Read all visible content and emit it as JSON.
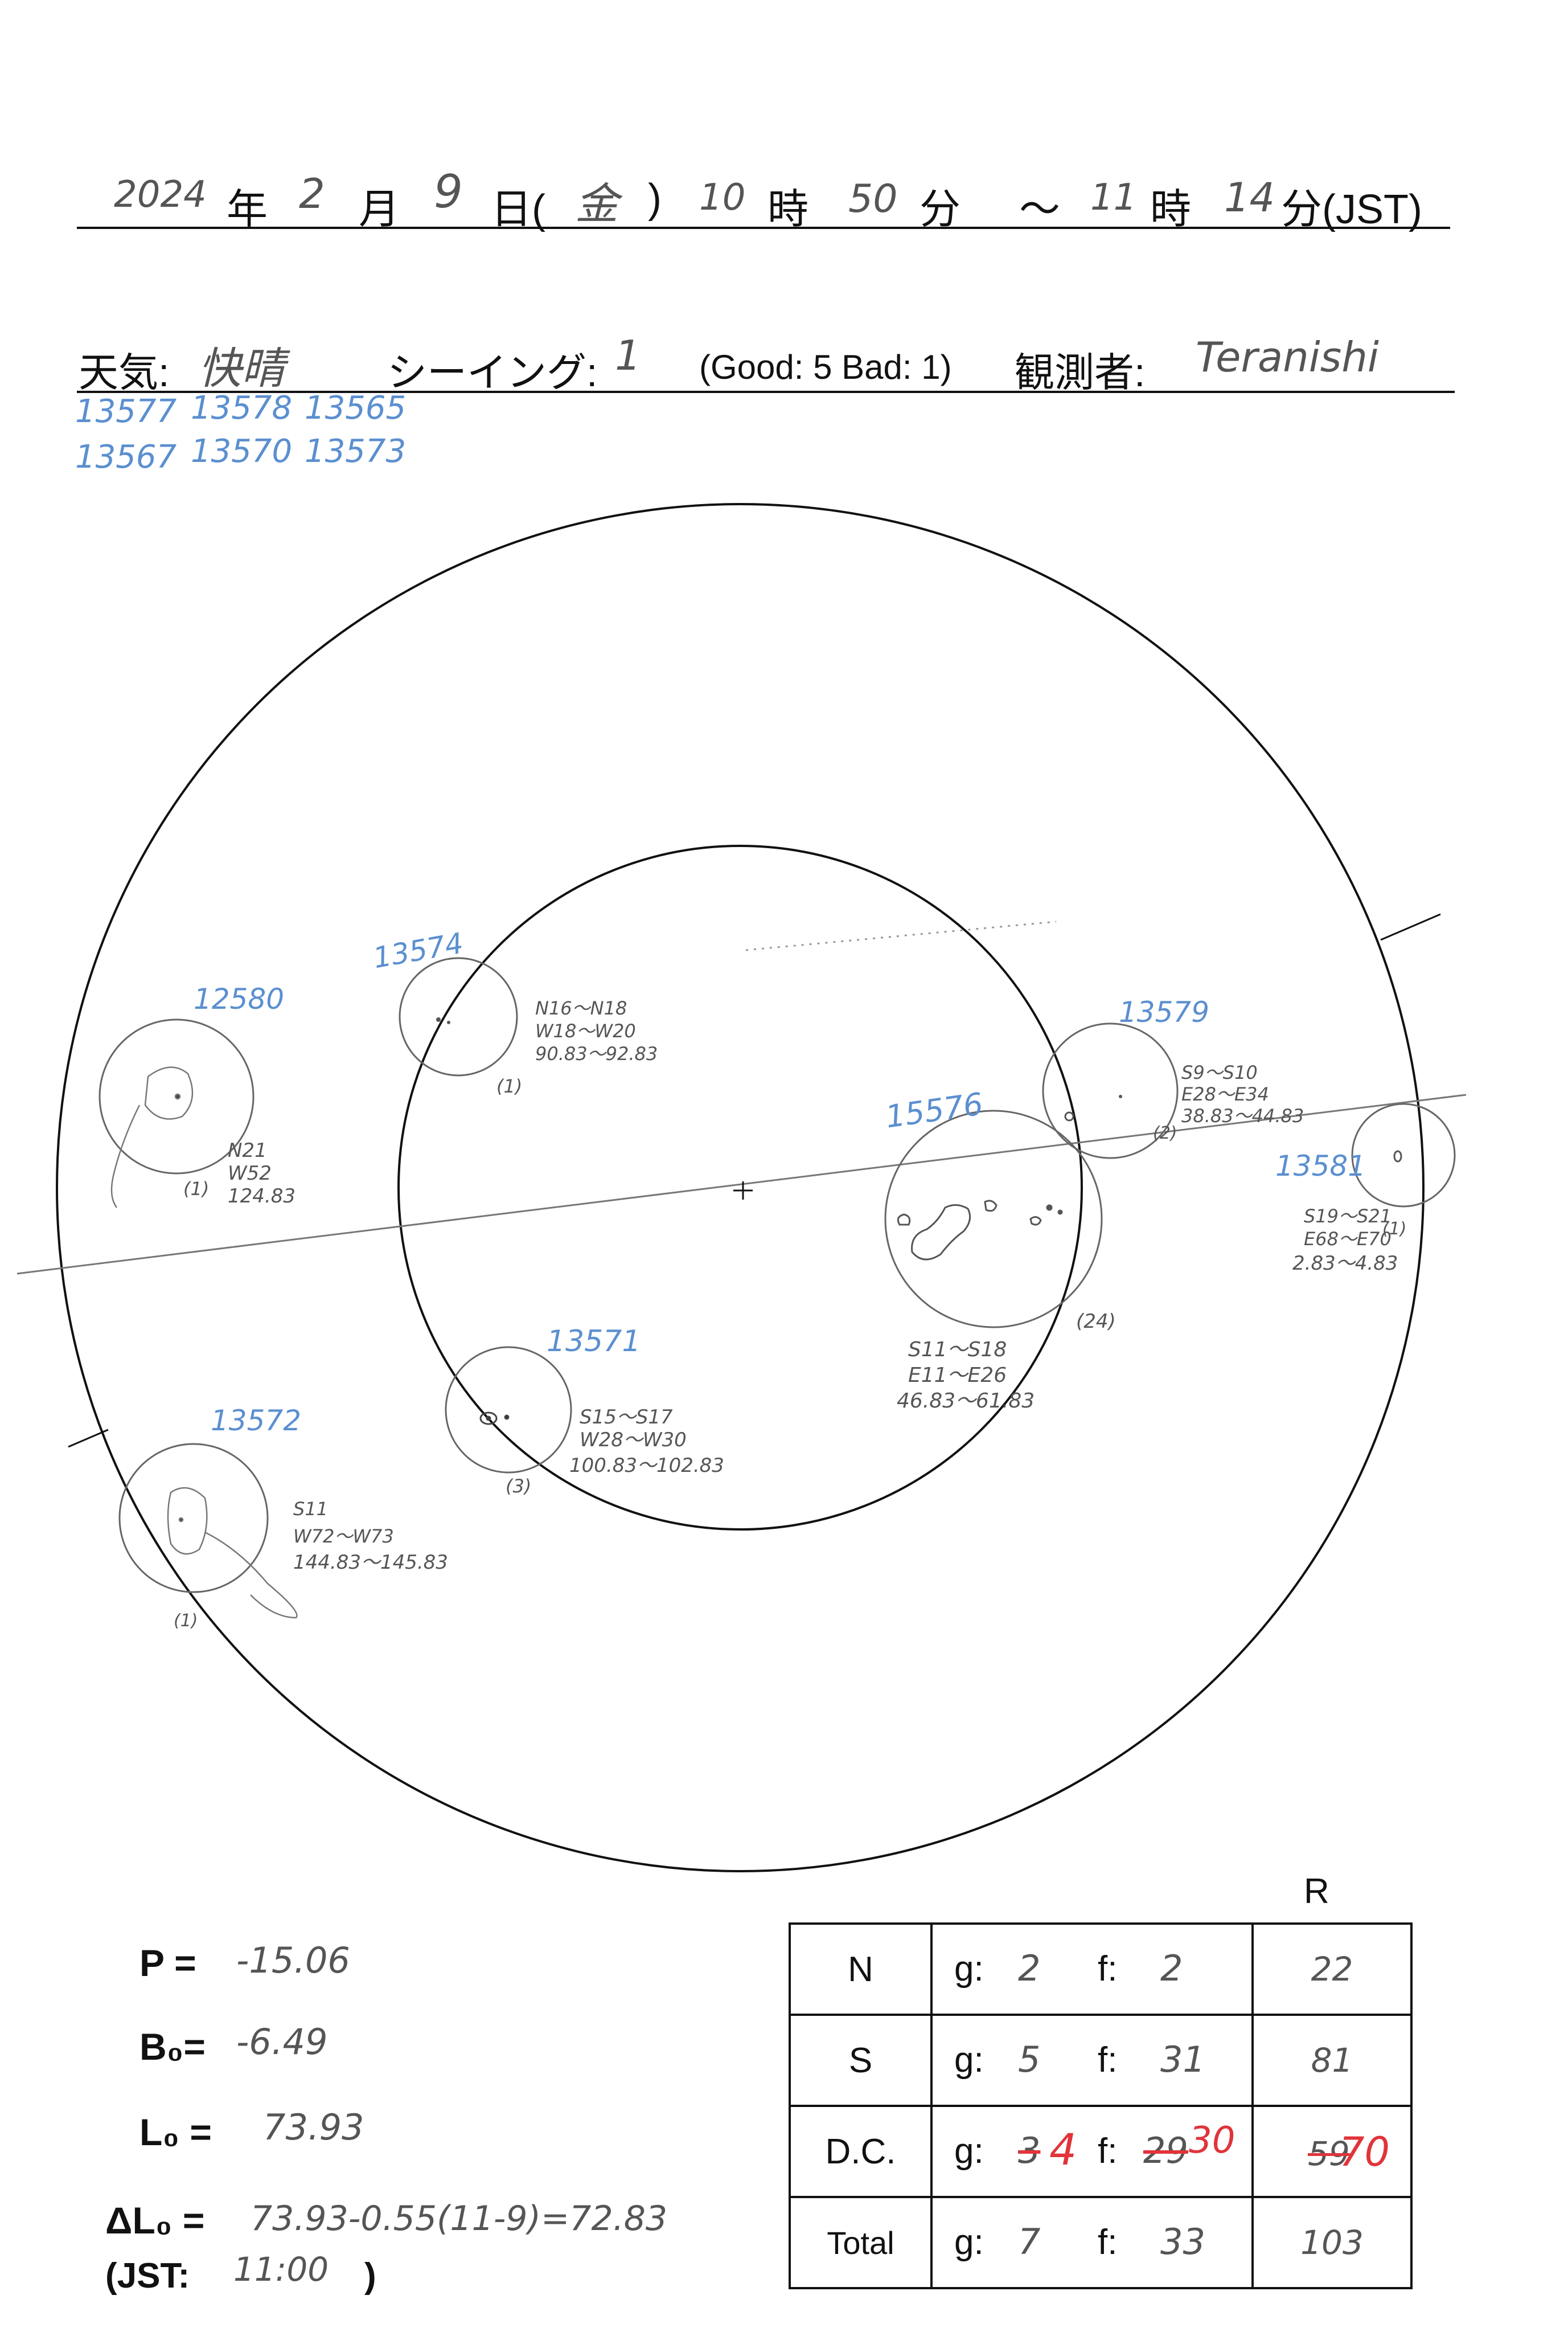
{
  "header": {
    "year": "2024",
    "year_suffix": "年",
    "month": "2",
    "month_suffix": "月",
    "day": "9",
    "day_suffix": "日(",
    "weekday": "金",
    "weekday_close": ")",
    "start_hour": "10",
    "hour_suffix": "時",
    "start_min": "50",
    "min_suffix": "分",
    "tilde": "〜",
    "end_hour": "11",
    "end_hour_suffix": "時",
    "end_min": "14",
    "end_min_suffix": "分(JST)"
  },
  "conditions": {
    "weather_label": "天気:",
    "weather_value": "快晴",
    "seeing_label": "シーイング:",
    "seeing_value": "1",
    "scale_note": "(Good: 5  Bad: 1)",
    "observer_label": "観測者:",
    "observer_value": "Teranishi"
  },
  "region_list": {
    "row1": [
      "13577",
      "13578",
      "13565"
    ],
    "row2": [
      "13567",
      "13570",
      "13573"
    ]
  },
  "sunspots": [
    {
      "number": "12580",
      "lat": "N21",
      "lon": "W52",
      "carrington": "124.83",
      "count": "(1)"
    },
    {
      "number": "13574",
      "lat": "N16〜N18",
      "lon": "W18〜W20",
      "carrington": "90.83〜92.83",
      "count": "(1)"
    },
    {
      "number": "13579",
      "lat": "S9〜S10",
      "lon": "E28〜E34",
      "carrington": "38.83〜44.83",
      "count": "(2)"
    },
    {
      "number": "15576",
      "lat": "S11〜S18",
      "lon": "E11〜E26",
      "carrington": "46.83〜61.83",
      "count": "(24)"
    },
    {
      "number": "13581",
      "lat": "S19〜S21",
      "lon": "E68〜E70",
      "carrington": "2.83〜4.83",
      "count": "(1)"
    },
    {
      "number": "13571",
      "lat": "S15〜S17",
      "lon": "W28〜W30",
      "carrington": "100.83〜102.83",
      "count": "(3)"
    },
    {
      "number": "13572",
      "lat": "S11",
      "lon": "W72〜W73",
      "carrington": "144.83〜145.83",
      "count": "(1)"
    }
  ],
  "ephemeris": {
    "p_label": "P =",
    "p_value": "-15.06",
    "b_label": "B₀=",
    "b_value": "-6.49",
    "l_label": "L₀ =",
    "l_value": "73.93",
    "dl_label": "ΔL₀ =",
    "dl_value": "73.93-0.55(11-9)=72.83",
    "jst_label": "(JST:",
    "jst_value": "11:00",
    "jst_close": ")"
  },
  "tally": {
    "r_header": "R",
    "g_label": "g:",
    "f_label": "f:",
    "rows": [
      {
        "label": "N",
        "g": "2",
        "f": "2",
        "r": "22"
      },
      {
        "label": "S",
        "g": "5",
        "f": "31",
        "r": "81"
      },
      {
        "label": "D.C.",
        "g_struck": "3",
        "g": "4",
        "f_struck": "29",
        "f": "30",
        "r_struck": "59",
        "r": "70"
      },
      {
        "label": "Total",
        "g": "7",
        "f": "33",
        "r": "103"
      }
    ]
  },
  "colors": {
    "ink": "#111111",
    "pencil": "#555555",
    "blue_pencil": "#5b8fd0",
    "red_pencil": "#e0343a"
  }
}
